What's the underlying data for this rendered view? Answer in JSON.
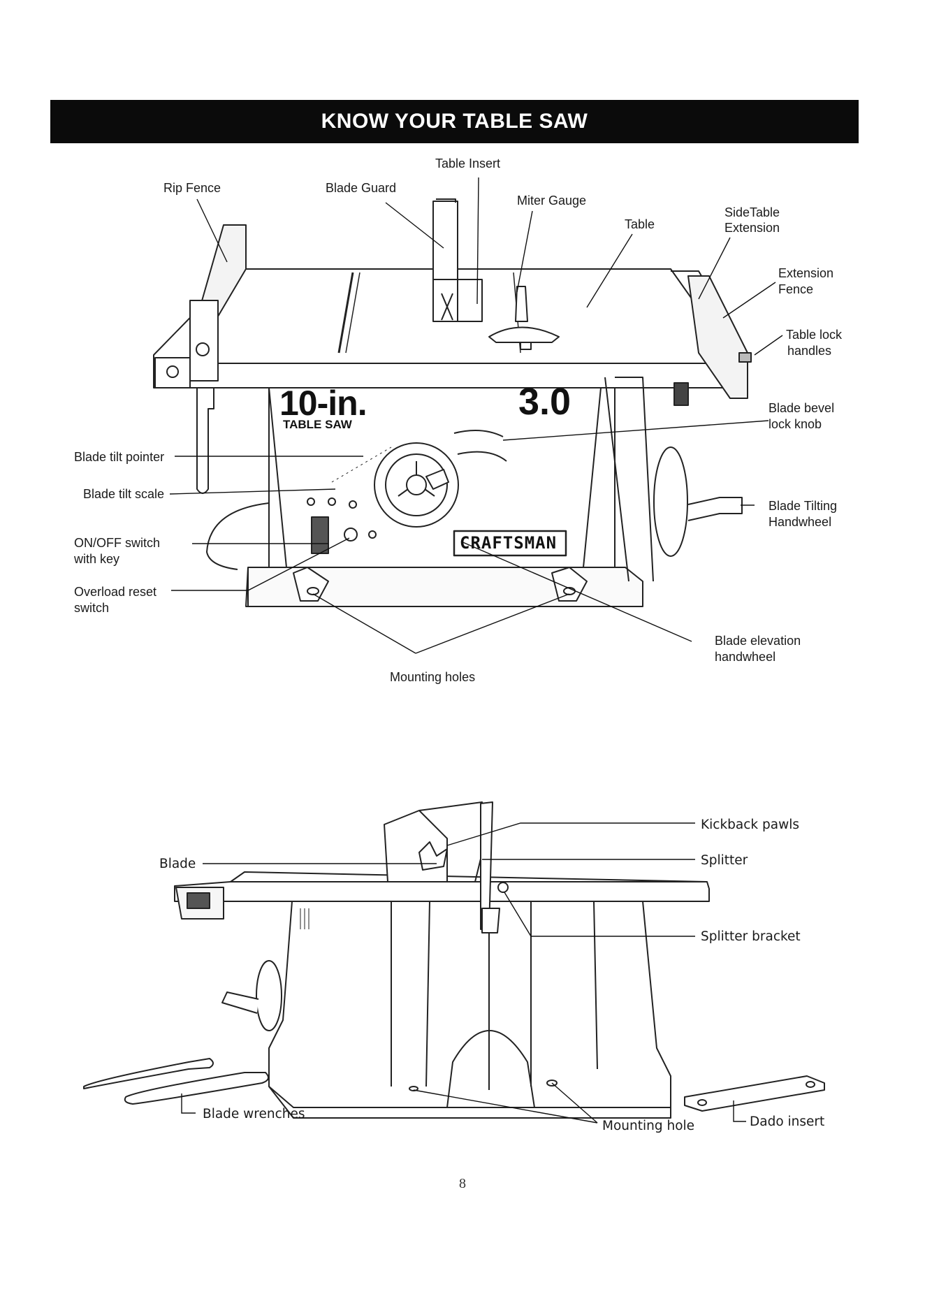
{
  "header": {
    "title": "KNOW YOUR TABLE SAW"
  },
  "top_diagram": {
    "brand": {
      "size": "10-in.",
      "product": "TABLE SAW",
      "power": "3.0",
      "name": "CRAFTSMAN"
    },
    "labels": {
      "table_insert": "Table Insert",
      "rip_fence": "Rip Fence",
      "blade_guard": "Blade Guard",
      "miter_gauge": "Miter Gauge",
      "table": "Table",
      "side_table_ext_1": "SideTable",
      "side_table_ext_2": "Extension",
      "ext_fence_1": "Extension",
      "ext_fence_2": "Fence",
      "table_lock_1": "Table lock",
      "table_lock_2": "handles",
      "bevel_lock_1": "Blade bevel",
      "bevel_lock_2": "lock knob",
      "tilt_pointer": "Blade tilt pointer",
      "tilt_scale": "Blade tilt scale",
      "tilting_hw_1": "Blade Tilting",
      "tilting_hw_2": "Handwheel",
      "onoff_1": "ON/OFF switch",
      "onoff_2": "with key",
      "overload_1": "Overload reset",
      "overload_2": "switch",
      "elevation_1": "Blade elevation",
      "elevation_2": "handwheel",
      "mounting_holes": "Mounting holes"
    }
  },
  "bottom_diagram": {
    "labels": {
      "kickback": "Kickback pawls",
      "blade": "Blade",
      "splitter": "Splitter",
      "splitter_bracket": "Splitter bracket",
      "blade_wrenches": "Blade wrenches",
      "mounting_hole": "Mounting hole",
      "dado_insert": "Dado insert"
    }
  },
  "footer": {
    "page_number": "8"
  }
}
